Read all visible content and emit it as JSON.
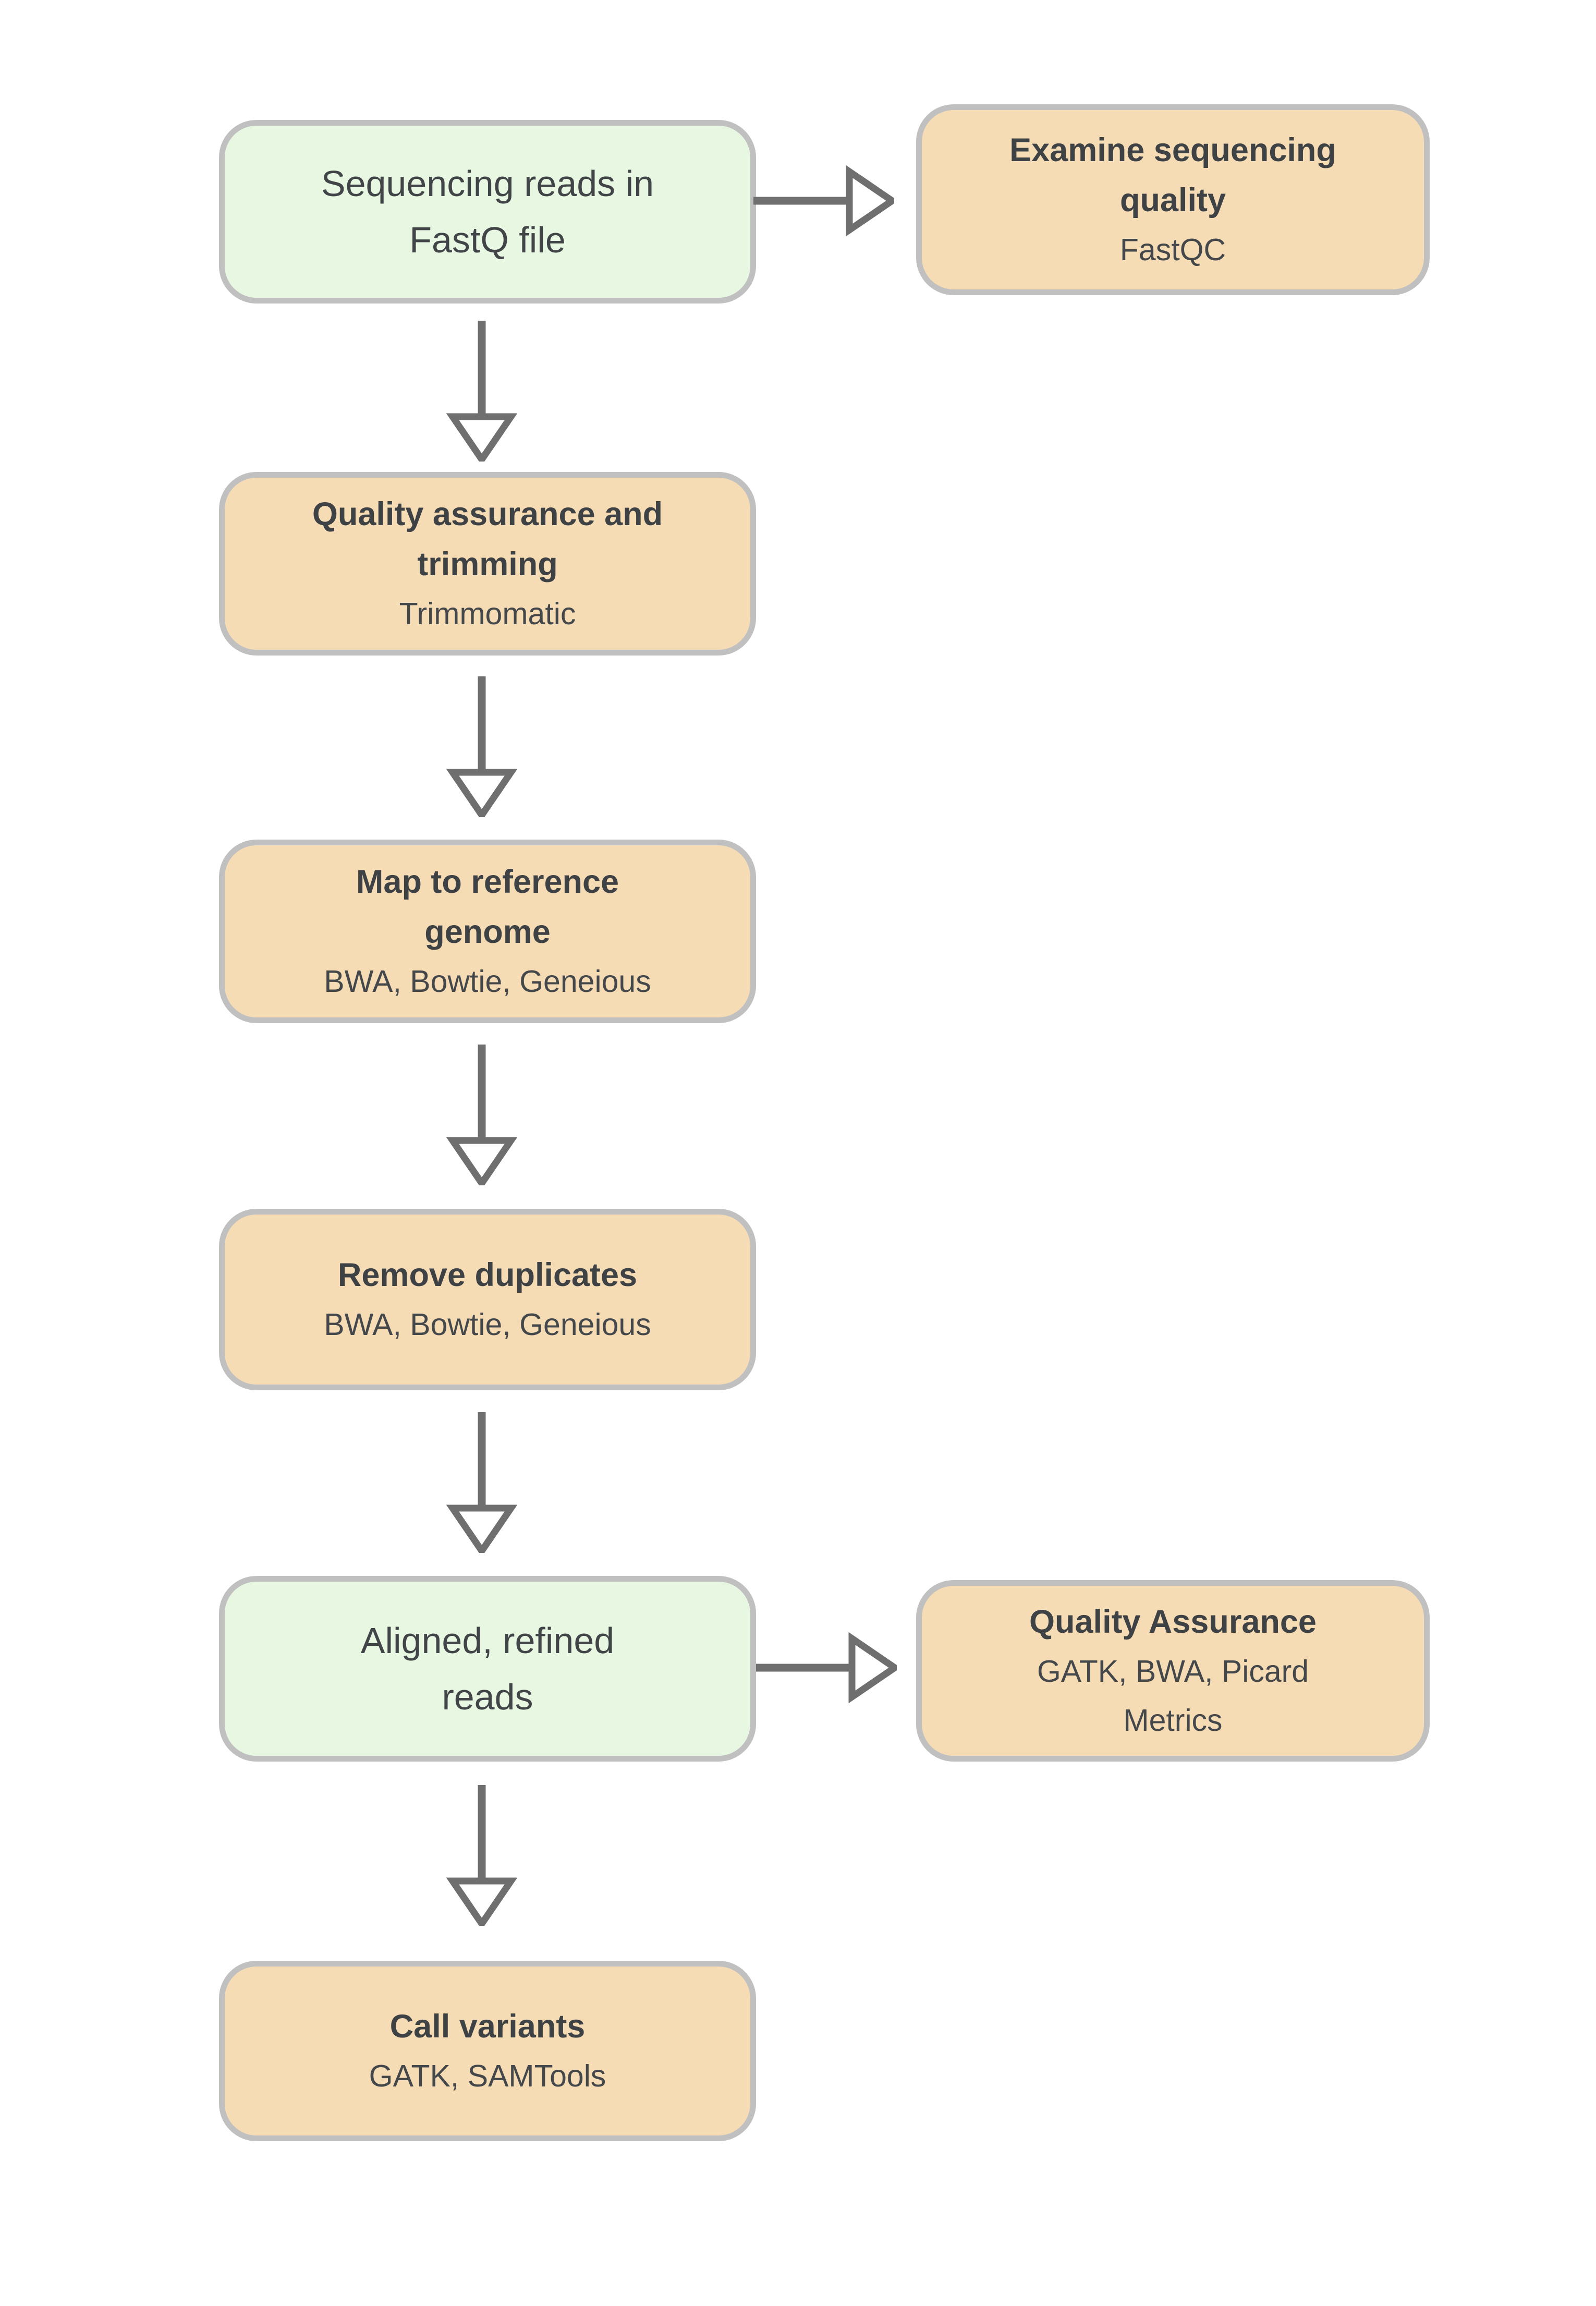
{
  "diagram": {
    "title": "Variant calling pipeline flowchart",
    "colors": {
      "data_node_fill": "#e8f7e2",
      "process_node_fill": "#f5dcb5",
      "node_border": "#c0c0c0",
      "arrow": "#6f6f6f",
      "text": "#414548",
      "background": "#ffffff"
    },
    "nodes": {
      "fastq_reads": {
        "line1": "Sequencing reads in",
        "line2": "FastQ file"
      },
      "examine_quality": {
        "title1": "Examine sequencing",
        "title2": "quality",
        "tool": "FastQC"
      },
      "qa_trimming": {
        "title1": "Quality assurance and",
        "title2": "trimming",
        "tool": "Trimmomatic"
      },
      "map_reference": {
        "title1": "Map to reference",
        "title2": "genome",
        "tool": "BWA, Bowtie, Geneious"
      },
      "remove_duplicates": {
        "title1": "Remove duplicates",
        "tool": "BWA, Bowtie, Geneious"
      },
      "aligned_reads": {
        "line1": "Aligned, refined",
        "line2": "reads"
      },
      "quality_assurance": {
        "title1": "Quality Assurance",
        "tool1": "GATK, BWA, Picard",
        "tool2": "Metrics"
      },
      "call_variants": {
        "title1": "Call variants",
        "tool": "GATK, SAMTools"
      }
    }
  }
}
